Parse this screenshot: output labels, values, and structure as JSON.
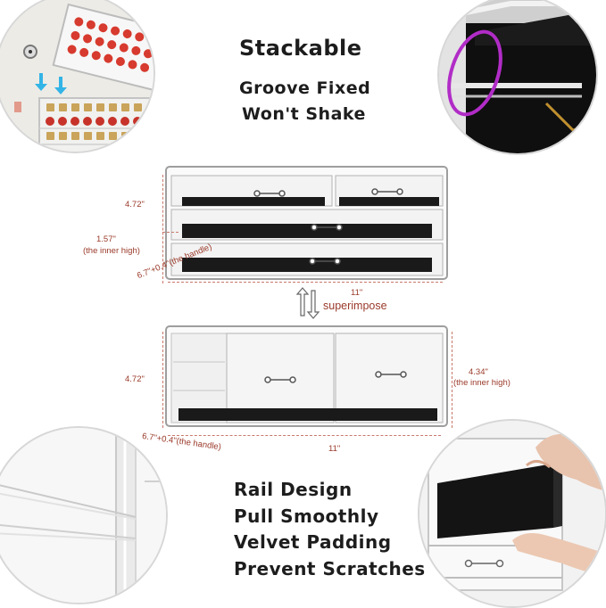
{
  "headline": "Stackable",
  "features_top": [
    "Groove Fixed",
    "Won't Shake"
  ],
  "features_bottom": [
    "Rail Design",
    "Pull Smoothly",
    "Velvet Padding",
    "Prevent Scratches"
  ],
  "top_unit": {
    "height": "4.72\"",
    "inner_height": "1.57\"",
    "inner_height_note": "(the inner high)",
    "depth": "6.7\"+0.4\"(the handle)",
    "width": "11\""
  },
  "arrow_label": "superimpose",
  "bottom_unit": {
    "height": "4.72\"",
    "inner_height": "4.34\"",
    "inner_height_note": "(the inner high)",
    "depth": "6.7\"+0.4\"(the handle)",
    "width": "11\""
  },
  "colors": {
    "dimension": "#9a3a2a",
    "highlight_ring": "#b12cc7",
    "velvet": "#141414",
    "headline": "#1d1d1d"
  }
}
